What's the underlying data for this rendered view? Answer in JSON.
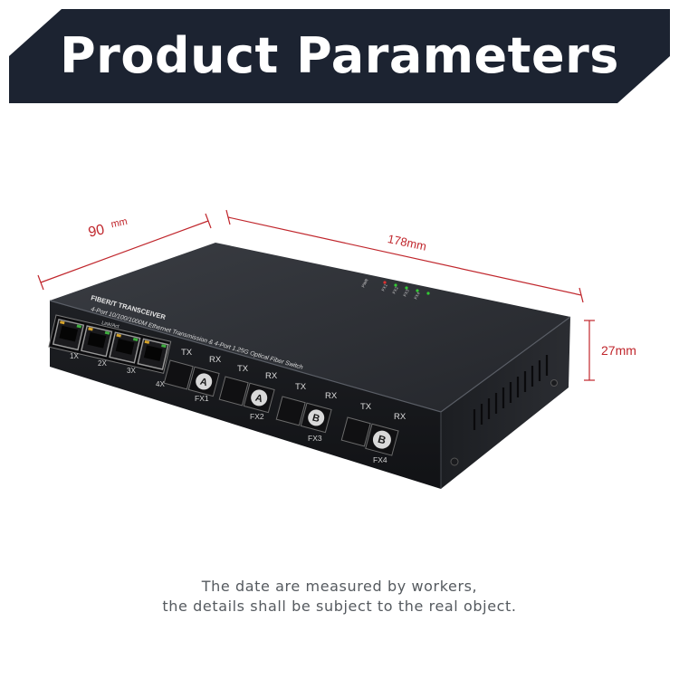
{
  "banner": {
    "title": "Product Parameters"
  },
  "device": {
    "brand_text": "FIBER/T TRANSCEIVER",
    "spec_text": "4-Port 10/100/1000M Ethernet Transmission & 4-Port 1.25G Optical Fiber Switch",
    "link_act_label": "Link/Act",
    "rj45_ports": [
      "1X",
      "2X",
      "3X",
      "4X"
    ],
    "fiber_ports": [
      {
        "label": "FX1",
        "tag": "A",
        "tx": "TX",
        "rx": "RX"
      },
      {
        "label": "FX2",
        "tag": "A",
        "tx": "TX",
        "rx": "RX"
      },
      {
        "label": "FX3",
        "tag": "B",
        "tx": "TX",
        "rx": "RX"
      },
      {
        "label": "FX4",
        "tag": "B",
        "tx": "TX",
        "rx": "RX"
      }
    ],
    "led_labels": [
      "PWR",
      "FX1",
      "FX2",
      "FX3",
      "FX4"
    ]
  },
  "dimensions": {
    "width_value": "90",
    "width_unit": "mm",
    "length": "178mm",
    "height": "27mm"
  },
  "footnote": {
    "line1": "The date are measured by workers,",
    "line2": "the details shall be subject to the real object."
  },
  "colors": {
    "banner_bg": "#1c2331",
    "dimension_red": "#c0262c",
    "device_body": "#2a2c30"
  }
}
